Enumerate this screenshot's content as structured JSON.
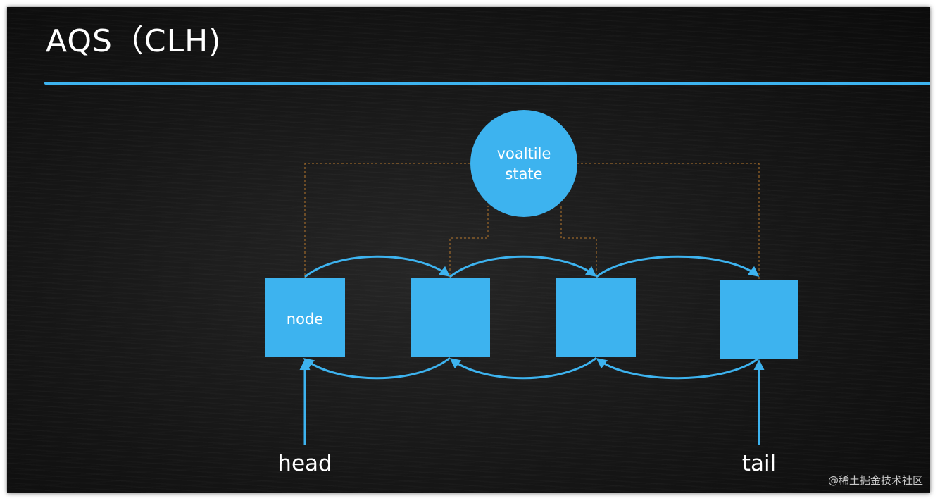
{
  "title": "AQS（CLH)",
  "state_circle": {
    "line1": "voaltile",
    "line2": "state"
  },
  "nodes": [
    {
      "label": "node"
    },
    {
      "label": ""
    },
    {
      "label": ""
    },
    {
      "label": ""
    }
  ],
  "pointers": {
    "head": "head",
    "tail": "tail"
  },
  "watermark": "@稀土掘金技术社区",
  "colors": {
    "background": "#1a1a1a",
    "accent_blue": "#3db3ef",
    "dashed_link": "#b7772c",
    "text": "#ffffff"
  }
}
